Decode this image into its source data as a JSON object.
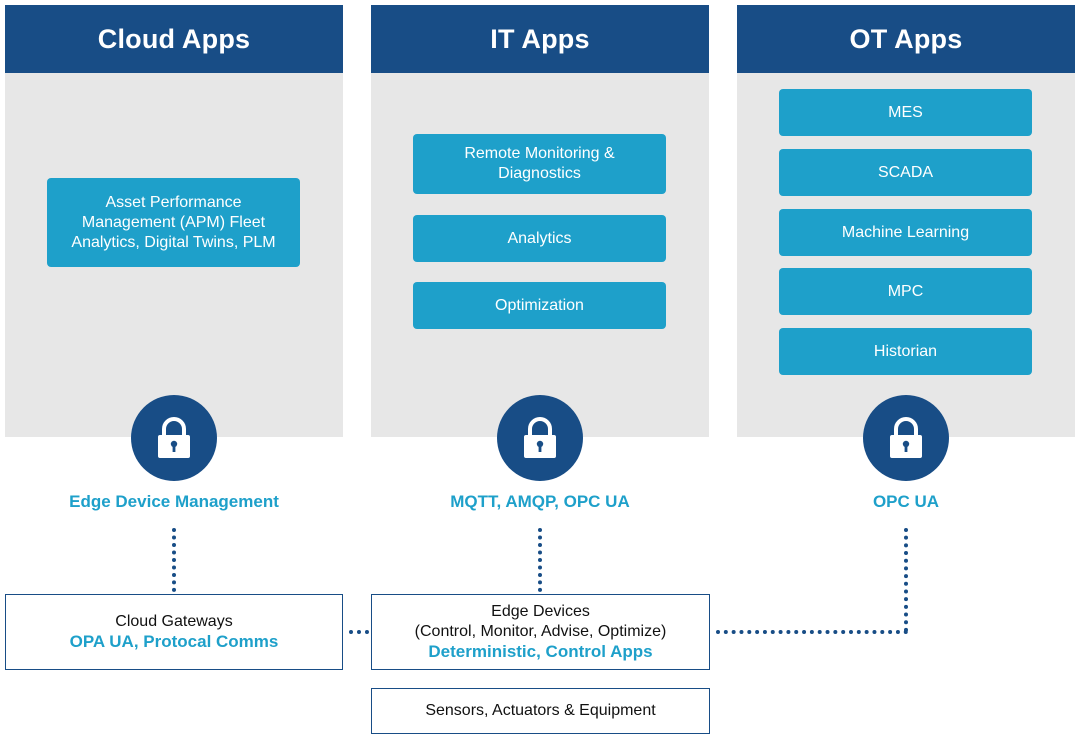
{
  "columns": {
    "cloud": {
      "title": "Cloud Apps",
      "apps": [
        "Asset Performance Management (APM) Fleet Analytics, Digital Twins, PLM"
      ],
      "protocol": "Edge Device Management"
    },
    "it": {
      "title": "IT Apps",
      "apps": [
        "Remote Monitoring & Diagnostics",
        "Analytics",
        "Optimization"
      ],
      "protocol": "MQTT, AMQP, OPC UA"
    },
    "ot": {
      "title": "OT Apps",
      "apps": [
        "MES",
        "SCADA",
        "Machine Learning",
        "MPC",
        "Historian"
      ],
      "protocol": "OPC UA"
    }
  },
  "bottom": {
    "cloud_gateways": {
      "title": "Cloud Gateways",
      "subtitle": "OPA UA, Protocal Comms"
    },
    "edge_devices": {
      "title": "Edge Devices",
      "detail": "(Control, Monitor, Advise, Optimize)",
      "subtitle": "Deterministic, Control Apps"
    },
    "sensors": {
      "title": "Sensors, Actuators & Equipment"
    }
  },
  "icons": {
    "lock": "lock-icon"
  },
  "colors": {
    "navy": "#184d86",
    "teal": "#1ea0ca",
    "panel": "#e7e7e7"
  }
}
